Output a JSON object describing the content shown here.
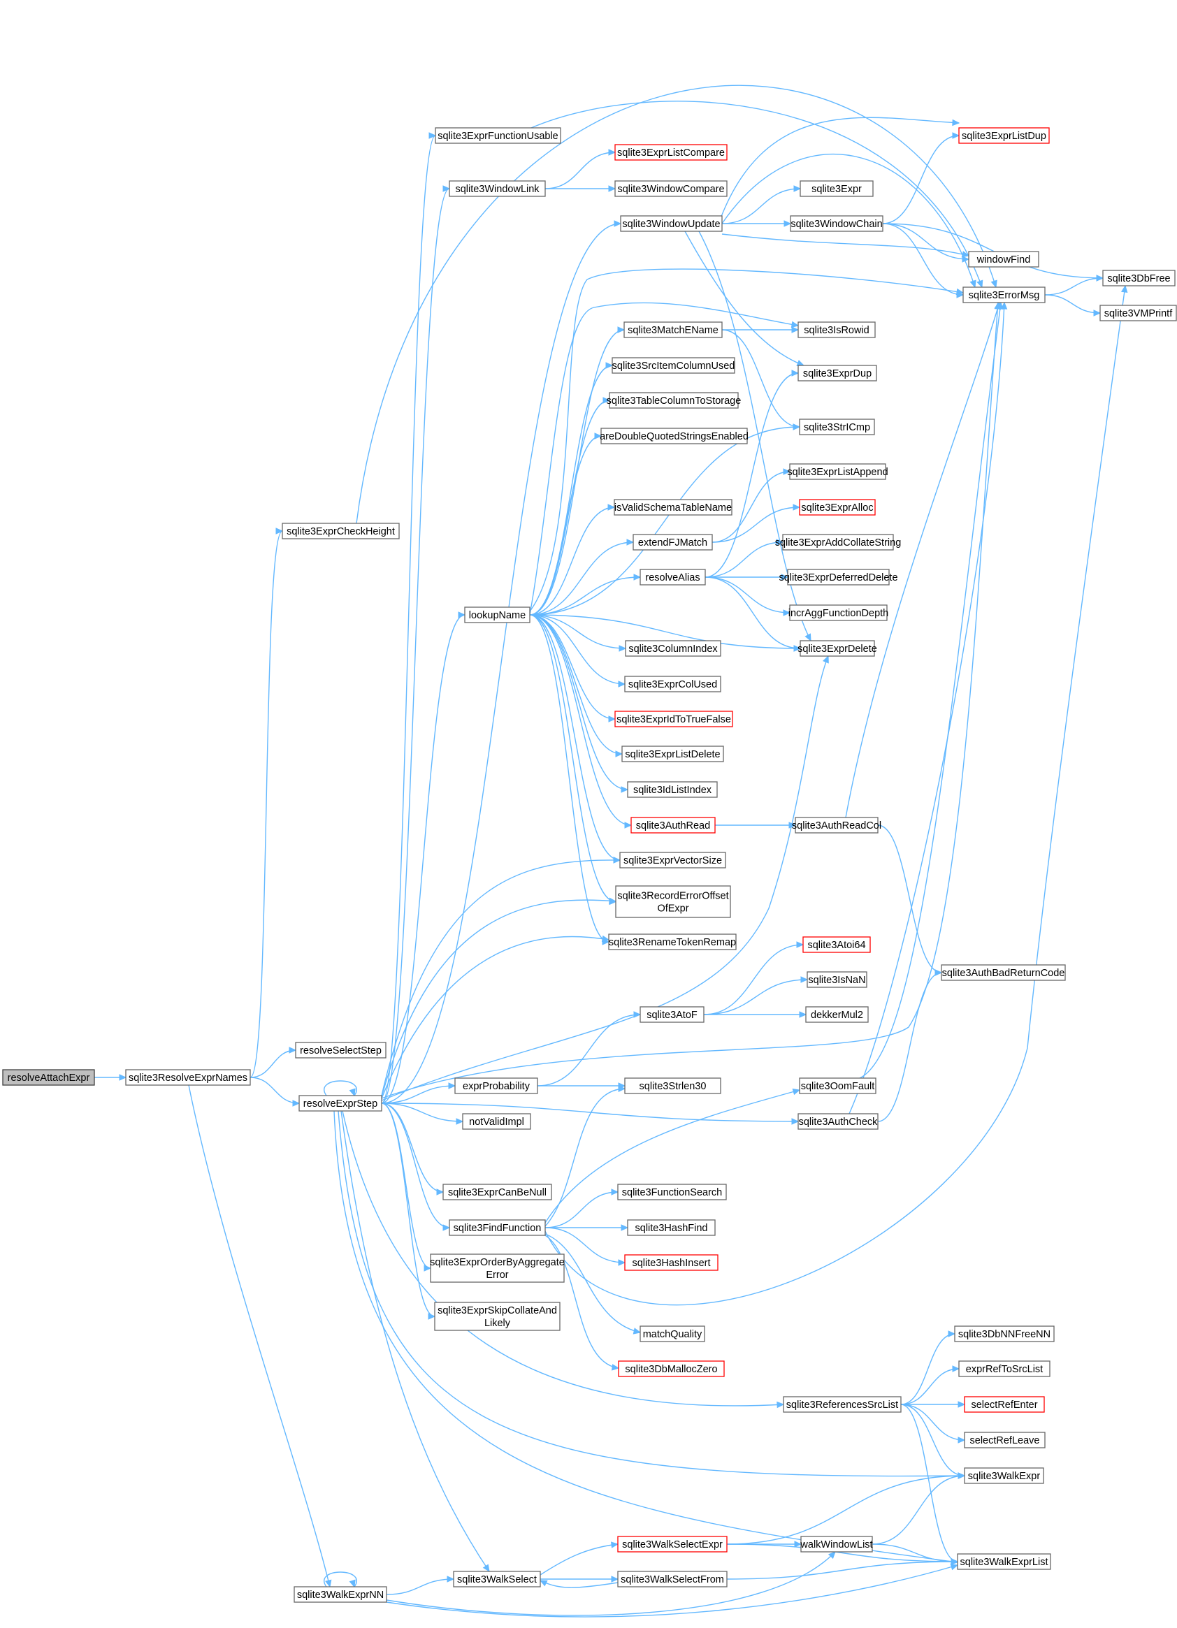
{
  "colors": {
    "edge": "#63b8ff",
    "node_border": "#666666",
    "truncated_border": "#ff0000",
    "root_fill": "#bfbfbf"
  },
  "nodes": {
    "resolveAttachExpr": {
      "label": [
        "resolveAttachExpr"
      ],
      "root": true
    },
    "sqlite3ResolveExprNames": {
      "label": [
        "sqlite3ResolveExprNames"
      ]
    },
    "sqlite3ExprCheckHeight": {
      "label": [
        "sqlite3ExprCheckHeight"
      ]
    },
    "resolveSelectStep": {
      "label": [
        "resolveSelectStep"
      ]
    },
    "resolveExprStep": {
      "label": [
        "resolveExprStep"
      ]
    },
    "sqlite3WalkExprNN": {
      "label": [
        "sqlite3WalkExprNN"
      ]
    },
    "sqlite3ExprFunctionUsable": {
      "label": [
        "sqlite3ExprFunctionUsable"
      ]
    },
    "sqlite3WindowLink": {
      "label": [
        "sqlite3WindowLink"
      ]
    },
    "lookupName": {
      "label": [
        "lookupName"
      ]
    },
    "exprProbability": {
      "label": [
        "exprProbability"
      ]
    },
    "notValidImpl": {
      "label": [
        "notValidImpl"
      ]
    },
    "sqlite3ExprCanBeNull": {
      "label": [
        "sqlite3ExprCanBeNull"
      ]
    },
    "sqlite3FindFunction": {
      "label": [
        "sqlite3FindFunction"
      ]
    },
    "sqlite3ExprOrderByAggregateError": {
      "label": [
        "sqlite3ExprOrderByAggregate",
        "Error"
      ]
    },
    "sqlite3ExprSkipCollateAndLikely": {
      "label": [
        "sqlite3ExprSkipCollateAnd",
        "Likely"
      ]
    },
    "sqlite3WalkSelect": {
      "label": [
        "sqlite3WalkSelect"
      ]
    },
    "sqlite3ExprListCompare": {
      "label": [
        "sqlite3ExprListCompare"
      ],
      "truncated": true
    },
    "sqlite3WindowCompare": {
      "label": [
        "sqlite3WindowCompare"
      ]
    },
    "sqlite3WindowUpdate": {
      "label": [
        "sqlite3WindowUpdate"
      ]
    },
    "sqlite3MatchEName": {
      "label": [
        "sqlite3MatchEName"
      ]
    },
    "sqlite3SrcItemColumnUsed": {
      "label": [
        "sqlite3SrcItemColumnUsed"
      ]
    },
    "sqlite3TableColumnToStorage": {
      "label": [
        "sqlite3TableColumnToStorage"
      ]
    },
    "areDoubleQuotedStringsEnabled": {
      "label": [
        "areDoubleQuotedStringsEnabled"
      ]
    },
    "isValidSchemaTableName": {
      "label": [
        "isValidSchemaTableName"
      ]
    },
    "extendFJMatch": {
      "label": [
        "extendFJMatch"
      ]
    },
    "resolveAlias": {
      "label": [
        "resolveAlias"
      ]
    },
    "sqlite3ColumnIndex": {
      "label": [
        "sqlite3ColumnIndex"
      ]
    },
    "sqlite3ExprColUsed": {
      "label": [
        "sqlite3ExprColUsed"
      ]
    },
    "sqlite3ExprIdToTrueFalse": {
      "label": [
        "sqlite3ExprIdToTrueFalse"
      ],
      "truncated": true
    },
    "sqlite3ExprListDelete": {
      "label": [
        "sqlite3ExprListDelete"
      ]
    },
    "sqlite3IdListIndex": {
      "label": [
        "sqlite3IdListIndex"
      ]
    },
    "sqlite3AuthRead": {
      "label": [
        "sqlite3AuthRead"
      ],
      "truncated": true
    },
    "sqlite3ExprVectorSize": {
      "label": [
        "sqlite3ExprVectorSize"
      ]
    },
    "sqlite3RecordErrorOffsetOfExpr": {
      "label": [
        "sqlite3RecordErrorOffset",
        "OfExpr"
      ]
    },
    "sqlite3RenameTokenRemap": {
      "label": [
        "sqlite3RenameTokenRemap"
      ]
    },
    "sqlite3AtoF": {
      "label": [
        "sqlite3AtoF"
      ]
    },
    "sqlite3Strlen30": {
      "label": [
        "sqlite3Strlen30"
      ]
    },
    "sqlite3FunctionSearch": {
      "label": [
        "sqlite3FunctionSearch"
      ]
    },
    "sqlite3HashFind": {
      "label": [
        "sqlite3HashFind"
      ]
    },
    "sqlite3HashInsert": {
      "label": [
        "sqlite3HashInsert"
      ],
      "truncated": true
    },
    "matchQuality": {
      "label": [
        "matchQuality"
      ]
    },
    "sqlite3DbMallocZero": {
      "label": [
        "sqlite3DbMallocZero"
      ],
      "truncated": true
    },
    "sqlite3WalkSelectExpr": {
      "label": [
        "sqlite3WalkSelectExpr"
      ],
      "truncated": true
    },
    "sqlite3WalkSelectFrom": {
      "label": [
        "sqlite3WalkSelectFrom"
      ]
    },
    "sqlite3Expr": {
      "label": [
        "sqlite3Expr"
      ]
    },
    "sqlite3WindowChain": {
      "label": [
        "sqlite3WindowChain"
      ]
    },
    "sqlite3IsRowid": {
      "label": [
        "sqlite3IsRowid"
      ]
    },
    "sqlite3ExprDup": {
      "label": [
        "sqlite3ExprDup"
      ]
    },
    "sqlite3StrICmp": {
      "label": [
        "sqlite3StrICmp"
      ]
    },
    "sqlite3ExprListAppend": {
      "label": [
        "sqlite3ExprListAppend"
      ]
    },
    "sqlite3ExprAlloc": {
      "label": [
        "sqlite3ExprAlloc"
      ],
      "truncated": true
    },
    "sqlite3ExprAddCollateString": {
      "label": [
        "sqlite3ExprAddCollateString"
      ]
    },
    "sqlite3ExprDeferredDelete": {
      "label": [
        "sqlite3ExprDeferredDelete"
      ]
    },
    "incrAggFunctionDepth": {
      "label": [
        "incrAggFunctionDepth"
      ]
    },
    "sqlite3ExprDelete": {
      "label": [
        "sqlite3ExprDelete"
      ]
    },
    "sqlite3AuthReadCol": {
      "label": [
        "sqlite3AuthReadCol"
      ]
    },
    "sqlite3Atoi64": {
      "label": [
        "sqlite3Atoi64"
      ],
      "truncated": true
    },
    "sqlite3IsNaN": {
      "label": [
        "sqlite3IsNaN"
      ]
    },
    "dekkerMul2": {
      "label": [
        "dekkerMul2"
      ]
    },
    "sqlite3OomFault": {
      "label": [
        "sqlite3OomFault"
      ]
    },
    "sqlite3AuthCheck": {
      "label": [
        "sqlite3AuthCheck"
      ]
    },
    "sqlite3ReferencesSrcList": {
      "label": [
        "sqlite3ReferencesSrcList"
      ]
    },
    "walkWindowList": {
      "label": [
        "walkWindowList"
      ]
    },
    "sqlite3ExprListDup": {
      "label": [
        "sqlite3ExprListDup"
      ],
      "truncated": true
    },
    "windowFind": {
      "label": [
        "windowFind"
      ]
    },
    "sqlite3ErrorMsg": {
      "label": [
        "sqlite3ErrorMsg"
      ]
    },
    "sqlite3AuthBadReturnCode": {
      "label": [
        "sqlite3AuthBadReturnCode"
      ]
    },
    "sqlite3DbNNFreeNN": {
      "label": [
        "sqlite3DbNNFreeNN"
      ]
    },
    "exprRefToSrcList": {
      "label": [
        "exprRefToSrcList"
      ]
    },
    "selectRefEnter": {
      "label": [
        "selectRefEnter"
      ],
      "truncated": true
    },
    "selectRefLeave": {
      "label": [
        "selectRefLeave"
      ]
    },
    "sqlite3WalkExpr": {
      "label": [
        "sqlite3WalkExpr"
      ]
    },
    "sqlite3WalkExprList": {
      "label": [
        "sqlite3WalkExprList"
      ]
    },
    "sqlite3DbFree": {
      "label": [
        "sqlite3DbFree"
      ]
    },
    "sqlite3VMPrintf": {
      "label": [
        "sqlite3VMPrintf"
      ]
    }
  },
  "edges": [
    [
      "resolveAttachExpr",
      "sqlite3ResolveExprNames"
    ],
    [
      "sqlite3ResolveExprNames",
      "sqlite3ExprCheckHeight"
    ],
    [
      "sqlite3ResolveExprNames",
      "resolveSelectStep"
    ],
    [
      "sqlite3ResolveExprNames",
      "resolveExprStep"
    ],
    [
      "sqlite3ResolveExprNames",
      "sqlite3WalkExprNN"
    ],
    [
      "sqlite3ExprCheckHeight",
      "sqlite3ErrorMsg"
    ],
    [
      "resolveExprStep",
      "resolveExprStep"
    ],
    [
      "resolveExprStep",
      "sqlite3ExprFunctionUsable"
    ],
    [
      "resolveExprStep",
      "sqlite3WindowLink"
    ],
    [
      "resolveExprStep",
      "sqlite3WindowUpdate"
    ],
    [
      "resolveExprStep",
      "lookupName"
    ],
    [
      "resolveExprStep",
      "sqlite3ExprVectorSize"
    ],
    [
      "resolveExprStep",
      "sqlite3RecordErrorOffsetOfExpr"
    ],
    [
      "resolveExprStep",
      "sqlite3RenameTokenRemap"
    ],
    [
      "resolveExprStep",
      "sqlite3ExprDelete"
    ],
    [
      "resolveExprStep",
      "sqlite3ErrorMsg"
    ],
    [
      "resolveExprStep",
      "exprProbability"
    ],
    [
      "resolveExprStep",
      "notValidImpl"
    ],
    [
      "resolveExprStep",
      "sqlite3AuthCheck"
    ],
    [
      "resolveExprStep",
      "sqlite3ExprCanBeNull"
    ],
    [
      "resolveExprStep",
      "sqlite3FindFunction"
    ],
    [
      "resolveExprStep",
      "sqlite3ExprOrderByAggregateError"
    ],
    [
      "resolveExprStep",
      "sqlite3ExprSkipCollateAndLikely"
    ],
    [
      "resolveExprStep",
      "sqlite3ReferencesSrcList"
    ],
    [
      "resolveExprStep",
      "sqlite3WalkExpr"
    ],
    [
      "resolveExprStep",
      "sqlite3WalkExprList"
    ],
    [
      "resolveExprStep",
      "sqlite3WalkSelect"
    ],
    [
      "sqlite3ExprFunctionUsable",
      "sqlite3ErrorMsg"
    ],
    [
      "sqlite3WindowLink",
      "sqlite3ExprListCompare"
    ],
    [
      "sqlite3WindowLink",
      "sqlite3WindowCompare"
    ],
    [
      "sqlite3WindowUpdate",
      "sqlite3ExprListDup"
    ],
    [
      "sqlite3WindowUpdate",
      "sqlite3Expr"
    ],
    [
      "sqlite3WindowUpdate",
      "sqlite3WindowChain"
    ],
    [
      "sqlite3WindowUpdate",
      "windowFind"
    ],
    [
      "sqlite3WindowUpdate",
      "sqlite3ErrorMsg"
    ],
    [
      "sqlite3WindowUpdate",
      "sqlite3ExprDup"
    ],
    [
      "sqlite3WindowUpdate",
      "sqlite3ExprDelete"
    ],
    [
      "sqlite3WindowChain",
      "sqlite3ExprListDup"
    ],
    [
      "sqlite3WindowChain",
      "windowFind"
    ],
    [
      "sqlite3WindowChain",
      "sqlite3ErrorMsg"
    ],
    [
      "sqlite3WindowChain",
      "sqlite3DbFree"
    ],
    [
      "lookupName",
      "sqlite3MatchEName"
    ],
    [
      "lookupName",
      "sqlite3SrcItemColumnUsed"
    ],
    [
      "lookupName",
      "sqlite3TableColumnToStorage"
    ],
    [
      "lookupName",
      "areDoubleQuotedStringsEnabled"
    ],
    [
      "lookupName",
      "isValidSchemaTableName"
    ],
    [
      "lookupName",
      "extendFJMatch"
    ],
    [
      "lookupName",
      "resolveAlias"
    ],
    [
      "lookupName",
      "sqlite3ColumnIndex"
    ],
    [
      "lookupName",
      "sqlite3ExprColUsed"
    ],
    [
      "lookupName",
      "sqlite3ExprIdToTrueFalse"
    ],
    [
      "lookupName",
      "sqlite3ExprListDelete"
    ],
    [
      "lookupName",
      "sqlite3IdListIndex"
    ],
    [
      "lookupName",
      "sqlite3AuthRead"
    ],
    [
      "lookupName",
      "sqlite3ExprVectorSize"
    ],
    [
      "lookupName",
      "sqlite3RecordErrorOffsetOfExpr"
    ],
    [
      "lookupName",
      "sqlite3RenameTokenRemap"
    ],
    [
      "lookupName",
      "sqlite3ErrorMsg"
    ],
    [
      "lookupName",
      "sqlite3IsRowid"
    ],
    [
      "lookupName",
      "sqlite3StrICmp"
    ],
    [
      "lookupName",
      "sqlite3ExprDelete"
    ],
    [
      "sqlite3MatchEName",
      "sqlite3IsRowid"
    ],
    [
      "sqlite3MatchEName",
      "sqlite3StrICmp"
    ],
    [
      "extendFJMatch",
      "sqlite3ExprListAppend"
    ],
    [
      "extendFJMatch",
      "sqlite3ExprAlloc"
    ],
    [
      "resolveAlias",
      "sqlite3ExprDup"
    ],
    [
      "resolveAlias",
      "sqlite3ExprAddCollateString"
    ],
    [
      "resolveAlias",
      "sqlite3ExprDeferredDelete"
    ],
    [
      "resolveAlias",
      "incrAggFunctionDepth"
    ],
    [
      "resolveAlias",
      "sqlite3ExprDelete"
    ],
    [
      "sqlite3AuthRead",
      "sqlite3AuthReadCol"
    ],
    [
      "sqlite3AuthReadCol",
      "sqlite3ErrorMsg"
    ],
    [
      "sqlite3AuthReadCol",
      "sqlite3AuthBadReturnCode"
    ],
    [
      "exprProbability",
      "sqlite3AtoF"
    ],
    [
      "exprProbability",
      "sqlite3Strlen30"
    ],
    [
      "sqlite3AtoF",
      "sqlite3Atoi64"
    ],
    [
      "sqlite3AtoF",
      "sqlite3IsNaN"
    ],
    [
      "sqlite3AtoF",
      "dekkerMul2"
    ],
    [
      "sqlite3AuthCheck",
      "sqlite3ErrorMsg"
    ],
    [
      "sqlite3AuthCheck",
      "sqlite3AuthBadReturnCode"
    ],
    [
      "sqlite3OomFault",
      "sqlite3ErrorMsg"
    ],
    [
      "sqlite3FindFunction",
      "sqlite3Strlen30"
    ],
    [
      "sqlite3FindFunction",
      "sqlite3OomFault"
    ],
    [
      "sqlite3FindFunction",
      "sqlite3FunctionSearch"
    ],
    [
      "sqlite3FindFunction",
      "sqlite3HashFind"
    ],
    [
      "sqlite3FindFunction",
      "sqlite3HashInsert"
    ],
    [
      "sqlite3FindFunction",
      "matchQuality"
    ],
    [
      "sqlite3FindFunction",
      "sqlite3DbMallocZero"
    ],
    [
      "sqlite3FindFunction",
      "sqlite3DbFree"
    ],
    [
      "sqlite3ReferencesSrcList",
      "sqlite3DbNNFreeNN"
    ],
    [
      "sqlite3ReferencesSrcList",
      "exprRefToSrcList"
    ],
    [
      "sqlite3ReferencesSrcList",
      "selectRefEnter"
    ],
    [
      "sqlite3ReferencesSrcList",
      "selectRefLeave"
    ],
    [
      "sqlite3ReferencesSrcList",
      "sqlite3WalkExpr"
    ],
    [
      "sqlite3ReferencesSrcList",
      "sqlite3WalkExprList"
    ],
    [
      "sqlite3WalkSelect",
      "sqlite3WalkSelectExpr"
    ],
    [
      "sqlite3WalkSelect",
      "sqlite3WalkSelectFrom"
    ],
    [
      "sqlite3WalkSelectFrom",
      "sqlite3WalkSelect"
    ],
    [
      "sqlite3WalkSelectFrom",
      "sqlite3WalkExprList"
    ],
    [
      "sqlite3WalkSelectExpr",
      "sqlite3WalkExpr"
    ],
    [
      "sqlite3WalkSelectExpr",
      "walkWindowList"
    ],
    [
      "sqlite3WalkSelectExpr",
      "sqlite3WalkExprList"
    ],
    [
      "walkWindowList",
      "sqlite3WalkExpr"
    ],
    [
      "walkWindowList",
      "sqlite3WalkExprList"
    ],
    [
      "sqlite3WalkExprNN",
      "sqlite3WalkExprNN"
    ],
    [
      "sqlite3WalkExprNN",
      "sqlite3WalkSelect"
    ],
    [
      "sqlite3WalkExprNN",
      "walkWindowList"
    ],
    [
      "sqlite3WalkExprNN",
      "sqlite3WalkExprList"
    ],
    [
      "sqlite3ErrorMsg",
      "sqlite3DbFree"
    ],
    [
      "sqlite3ErrorMsg",
      "sqlite3VMPrintf"
    ]
  ]
}
